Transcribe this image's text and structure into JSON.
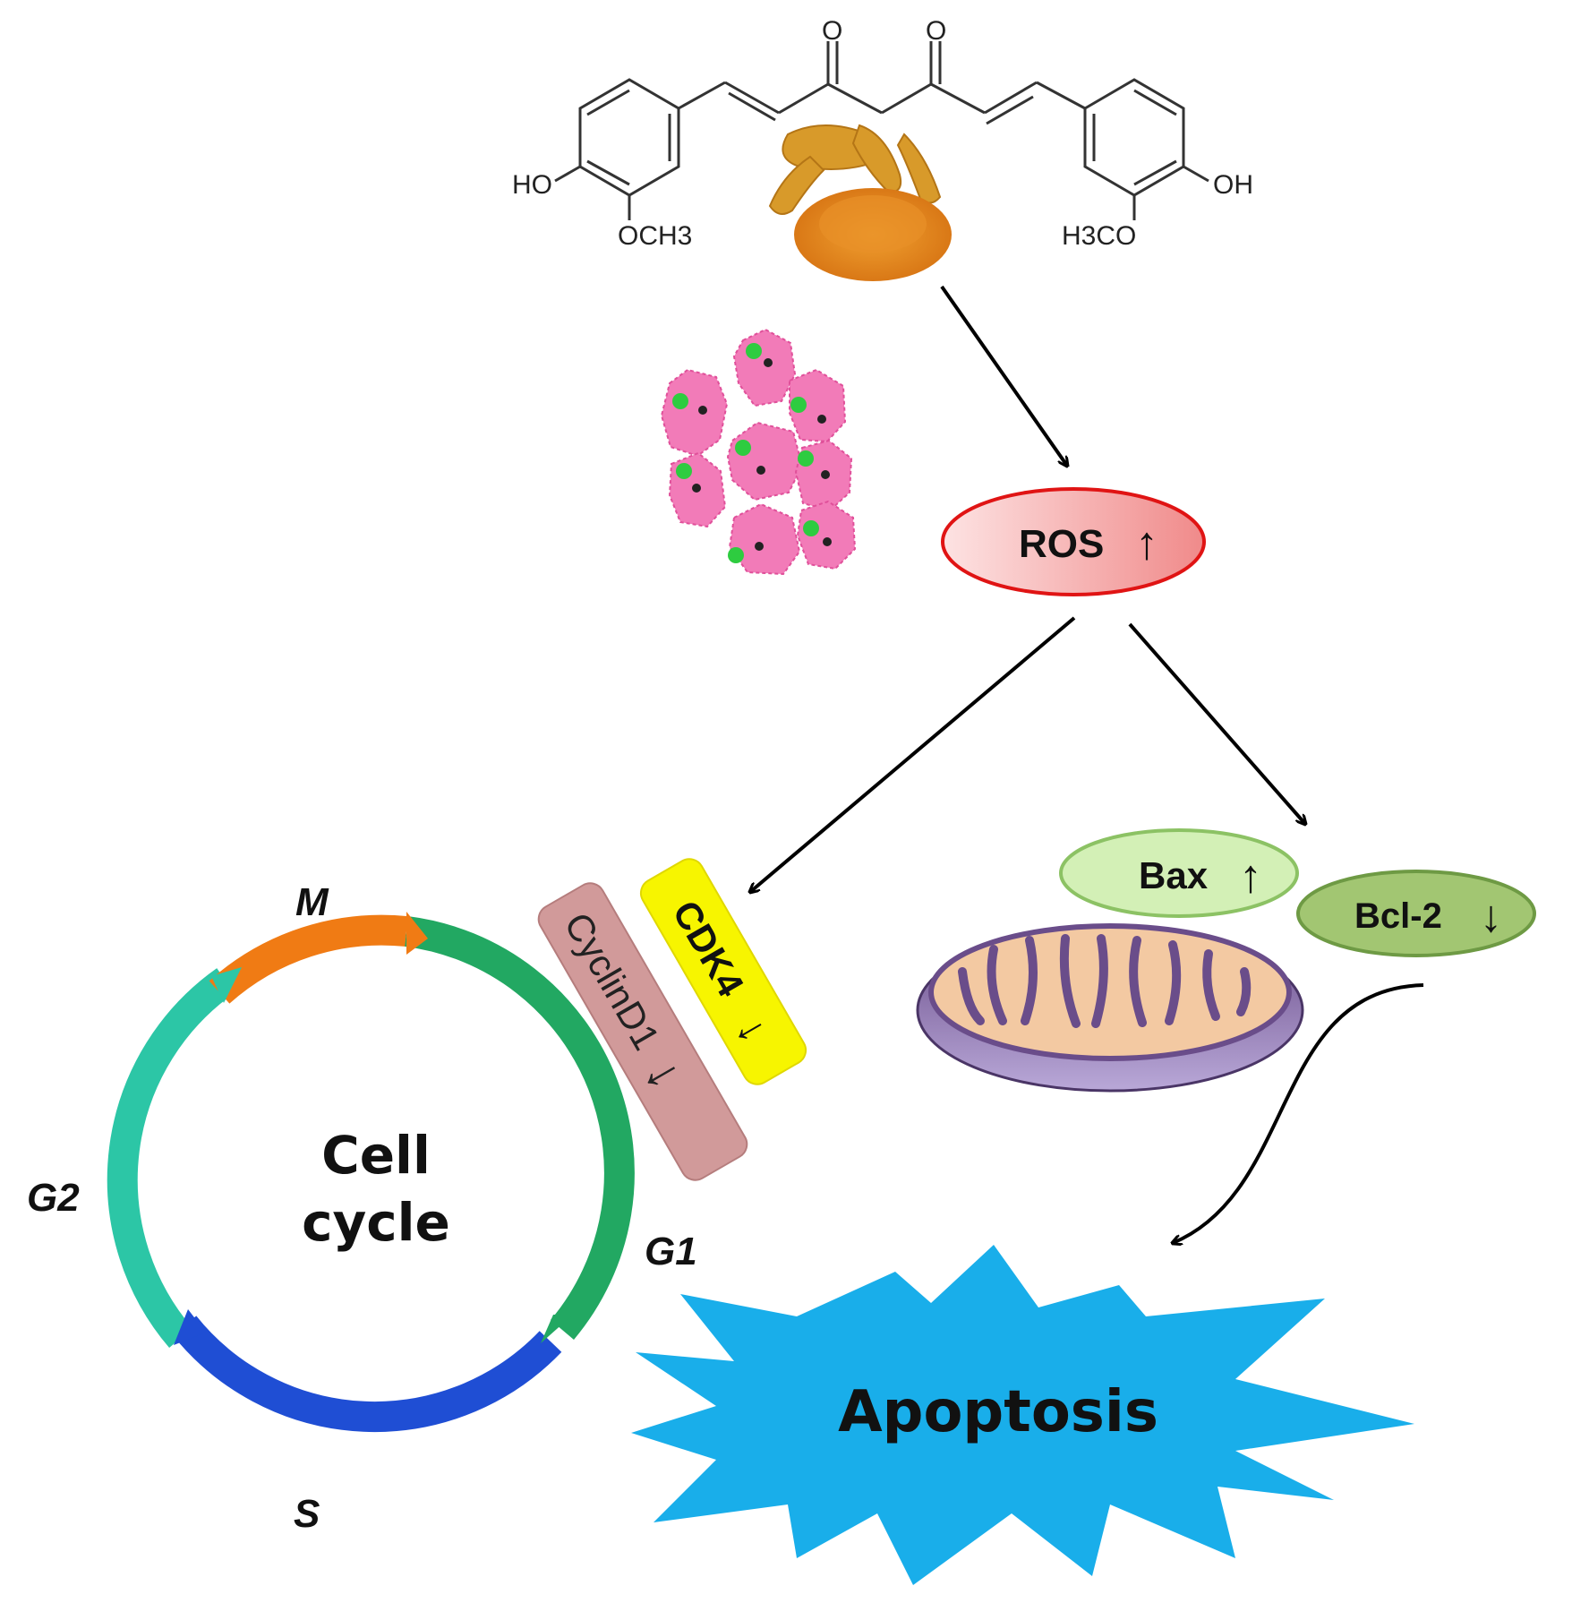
{
  "molecule": {
    "left_hydroxyl": "HO",
    "left_methoxy": "OCH3",
    "right_hydroxyl": "OH",
    "right_methoxy": "H3CO",
    "ketone_left": "O",
    "ketone_right": "O"
  },
  "ros": {
    "label": "ROS",
    "arrow": "↑"
  },
  "bax": {
    "label": "Bax",
    "arrow": "↑"
  },
  "bcl2": {
    "label": "Bcl-2",
    "arrow": "↓"
  },
  "cdk4": {
    "label": "CDK4",
    "arrow": "↓"
  },
  "cyclin": {
    "label": "CyclinD1",
    "arrow": "↓"
  },
  "cell_cycle": {
    "center_line1": "Cell",
    "center_line2": "cycle",
    "phase_m": "M",
    "phase_g1": "G1",
    "phase_s": "S",
    "phase_g2": "G2"
  },
  "apoptosis": {
    "label": "Apoptosis"
  },
  "colors": {
    "phase_m": "#f07b14",
    "phase_g1": "#22a862",
    "phase_s": "#1f4ed4",
    "phase_g2": "#2cc6a6",
    "ros_fill": "#f3a4a4",
    "ros_border": "#e01414",
    "bax_fill": "#cfeeb0",
    "bcl2_fill": "#9ec46e",
    "cdk4_fill": "#f7f500",
    "cyclin_fill": "#d19a9a",
    "apoptosis_fill": "#19aeea",
    "cell_fill": "#f27bb8"
  }
}
